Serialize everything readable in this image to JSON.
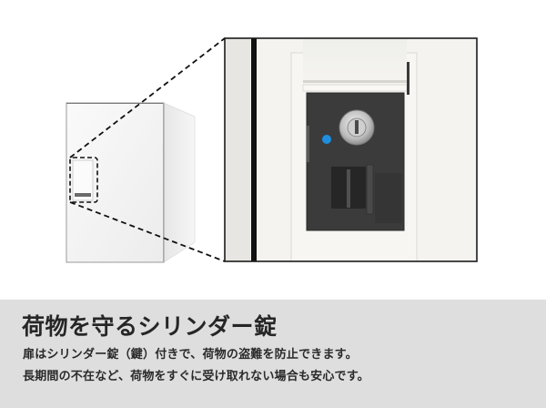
{
  "illustration": {
    "overview": "white-delivery-box",
    "detail": "cylinder-lock-closeup",
    "colors": {
      "lock_panel": "#3b3b3c",
      "indicator_led": "#1e8fe0",
      "box_body": "#f4f4f4",
      "door_panel": "#f2f0ec"
    }
  },
  "caption": {
    "title": "荷物を守るシリンダー錠",
    "lines": [
      "扉はシリンダー錠（鍵）付きで、荷物の盗難を防止できます。",
      "長期間の不在など、荷物をすぐに受け取れない場合も安心です。"
    ],
    "background": "#dedede"
  }
}
